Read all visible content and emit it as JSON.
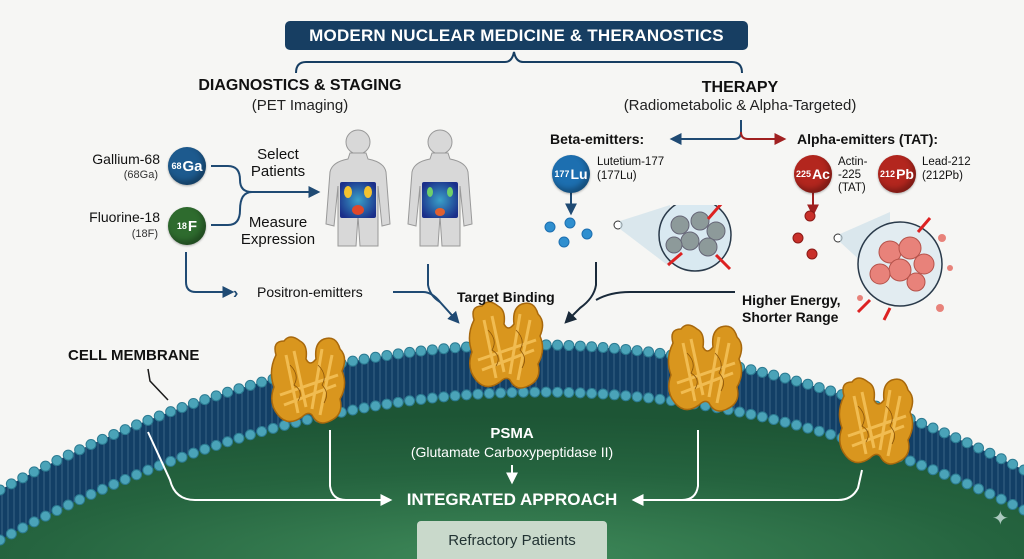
{
  "title": "MODERN NUCLEAR MEDICINE & THERANOSTICS",
  "diagnostics": {
    "heading": "DIAGNOSTICS & STAGING",
    "subheading": "(PET Imaging)",
    "isotopes": [
      {
        "name": "Gallium-68",
        "symbol_text": "(68Ga)",
        "mass": "68",
        "element": "Ga",
        "color": "#1d5a8e"
      },
      {
        "name": "Fluorine-18",
        "symbol_text": "(18F)",
        "mass": "18",
        "element": "F",
        "color": "#2e6b2e"
      }
    ],
    "select_label": "Select Patients",
    "measure_label": "Measure Expression",
    "positron_label": "Positron-emitters"
  },
  "therapy": {
    "heading": "THERAPY",
    "subheading": "(Radiometabolic & Alpha-Targeted)",
    "beta": {
      "heading": "Beta-emitters:",
      "isotopes": [
        {
          "name": "Lutetium-177",
          "symbol_text": "(177Lu)",
          "mass": "177",
          "element": "Lu",
          "color": "#1d6fb0"
        }
      ]
    },
    "alpha": {
      "heading": "Alpha-emitters (TAT):",
      "isotopes": [
        {
          "name": "Actin- -225 (TAT)",
          "mass": "225",
          "element": "Ac",
          "color": "#b3261e"
        },
        {
          "name": "Lead-212",
          "symbol_text": "(212Pb)",
          "mass": "212",
          "element": "Pb",
          "color": "#b3261e"
        }
      ],
      "effect_label_1": "Higher Energy,",
      "effect_label_2": "Shorter Range"
    }
  },
  "target_binding_label": "Target Binding",
  "cell_membrane_label": "CELL MEMBRANE",
  "psma": {
    "name": "PSMA",
    "full_name": "(Glutamate Carboxypeptidase II)"
  },
  "integrated_label": "INTEGRATED APPROACH",
  "refractory_label": "Refractory Patients",
  "colors": {
    "navy": "#173e62",
    "arrow_blue": "#1f4a73",
    "arrow_red": "#a02020",
    "membrane": "#123f66",
    "membrane_head": "#4aa3b8",
    "cytoplasm": "#2a6a45",
    "psma_gold": "#d9961e"
  }
}
